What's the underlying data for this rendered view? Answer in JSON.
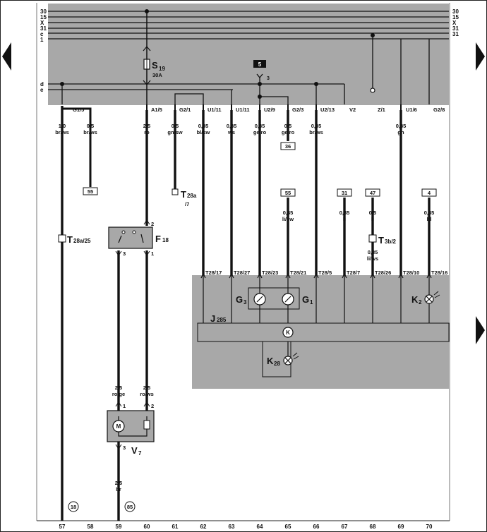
{
  "colors": {
    "panel": "#a8a8a8",
    "wire": "#111111",
    "background": "#ffffff",
    "badge": "#111111"
  },
  "bus_labels_left": [
    "30",
    "15",
    "X",
    "31",
    "c",
    "1"
  ],
  "bus_labels_right": [
    "30",
    "15",
    "X",
    "31",
    "31"
  ],
  "sub_bus_labels": [
    "d",
    "e"
  ],
  "fuse": {
    "name": "S",
    "number": "19",
    "rating": "30A"
  },
  "badge_label": "5",
  "badge_pin": "3",
  "connectors": [
    "G1/5",
    "A1/5",
    "G2/1",
    "U1/11",
    "U1/11",
    "U2/9",
    "G2/3",
    "U2/13",
    "V2",
    "Z/1",
    "U1/6",
    "G2/8"
  ],
  "wire_labels": [
    {
      "size": "1,0",
      "color": "br/ws"
    },
    {
      "size": "0,5",
      "color": "br/ws"
    },
    {
      "size": "2,5",
      "color": "ro"
    },
    {
      "size": "0,5",
      "color": "gn/sw"
    },
    {
      "size": "0,35",
      "color": "bl/sw"
    },
    {
      "size": "0,35",
      "color": "ws"
    },
    {
      "size": "0,35",
      "color": "ge/ro"
    },
    {
      "size": "0,5",
      "color": "ge/ro"
    },
    {
      "size": "0,35",
      "color": "br/ws"
    },
    {
      "size": "0,35",
      "color": "gn"
    }
  ],
  "lower_wire_labels": [
    {
      "size": "0,35",
      "color": "li/sw"
    },
    {
      "size": "0,35",
      "color": "li"
    },
    {
      "size": "0,5",
      "color": "li"
    },
    {
      "size": "0,35",
      "color": "bl"
    }
  ],
  "ref_boxes": [
    "55",
    "36",
    "55",
    "31",
    "47",
    "4"
  ],
  "connector_t28a": {
    "name": "T",
    "sub": "28a",
    "pin": "/7"
  },
  "connector_t28a25": {
    "name": "T",
    "sub": "28a/25"
  },
  "relay": {
    "name": "F",
    "number": "18",
    "pins": [
      "2",
      "3",
      "1"
    ]
  },
  "t3b": {
    "name": "T",
    "sub": "3b/2",
    "size": "0,35",
    "color": "li/ws"
  },
  "module_pins": [
    "T28/17",
    "T28/27",
    "T28/23",
    "T28/21",
    "T28/5",
    "T28/7",
    "T28/26",
    "T28/10",
    "T28/16"
  ],
  "module": {
    "name": "J",
    "number": "285",
    "gauge_left": {
      "name": "G",
      "number": "3"
    },
    "gauge_right": {
      "name": "G",
      "number": "1"
    },
    "lamp_right": {
      "name": "K",
      "number": "2"
    },
    "lamp_lower": {
      "name": "K",
      "number": "28"
    },
    "k_symbol": "K"
  },
  "motor": {
    "name": "V",
    "number": "7",
    "pins": [
      "1",
      "2",
      "3"
    ],
    "in_left": {
      "size": "2,5",
      "color": "ro/ge"
    },
    "in_right": {
      "size": "2,5",
      "color": "ro/ws"
    },
    "out": {
      "size": "2,5",
      "color": "br"
    }
  },
  "circle_refs": [
    "18",
    "85"
  ],
  "grid_numbers": [
    "57",
    "58",
    "59",
    "60",
    "61",
    "62",
    "63",
    "64",
    "65",
    "66",
    "67",
    "68",
    "69",
    "70"
  ]
}
